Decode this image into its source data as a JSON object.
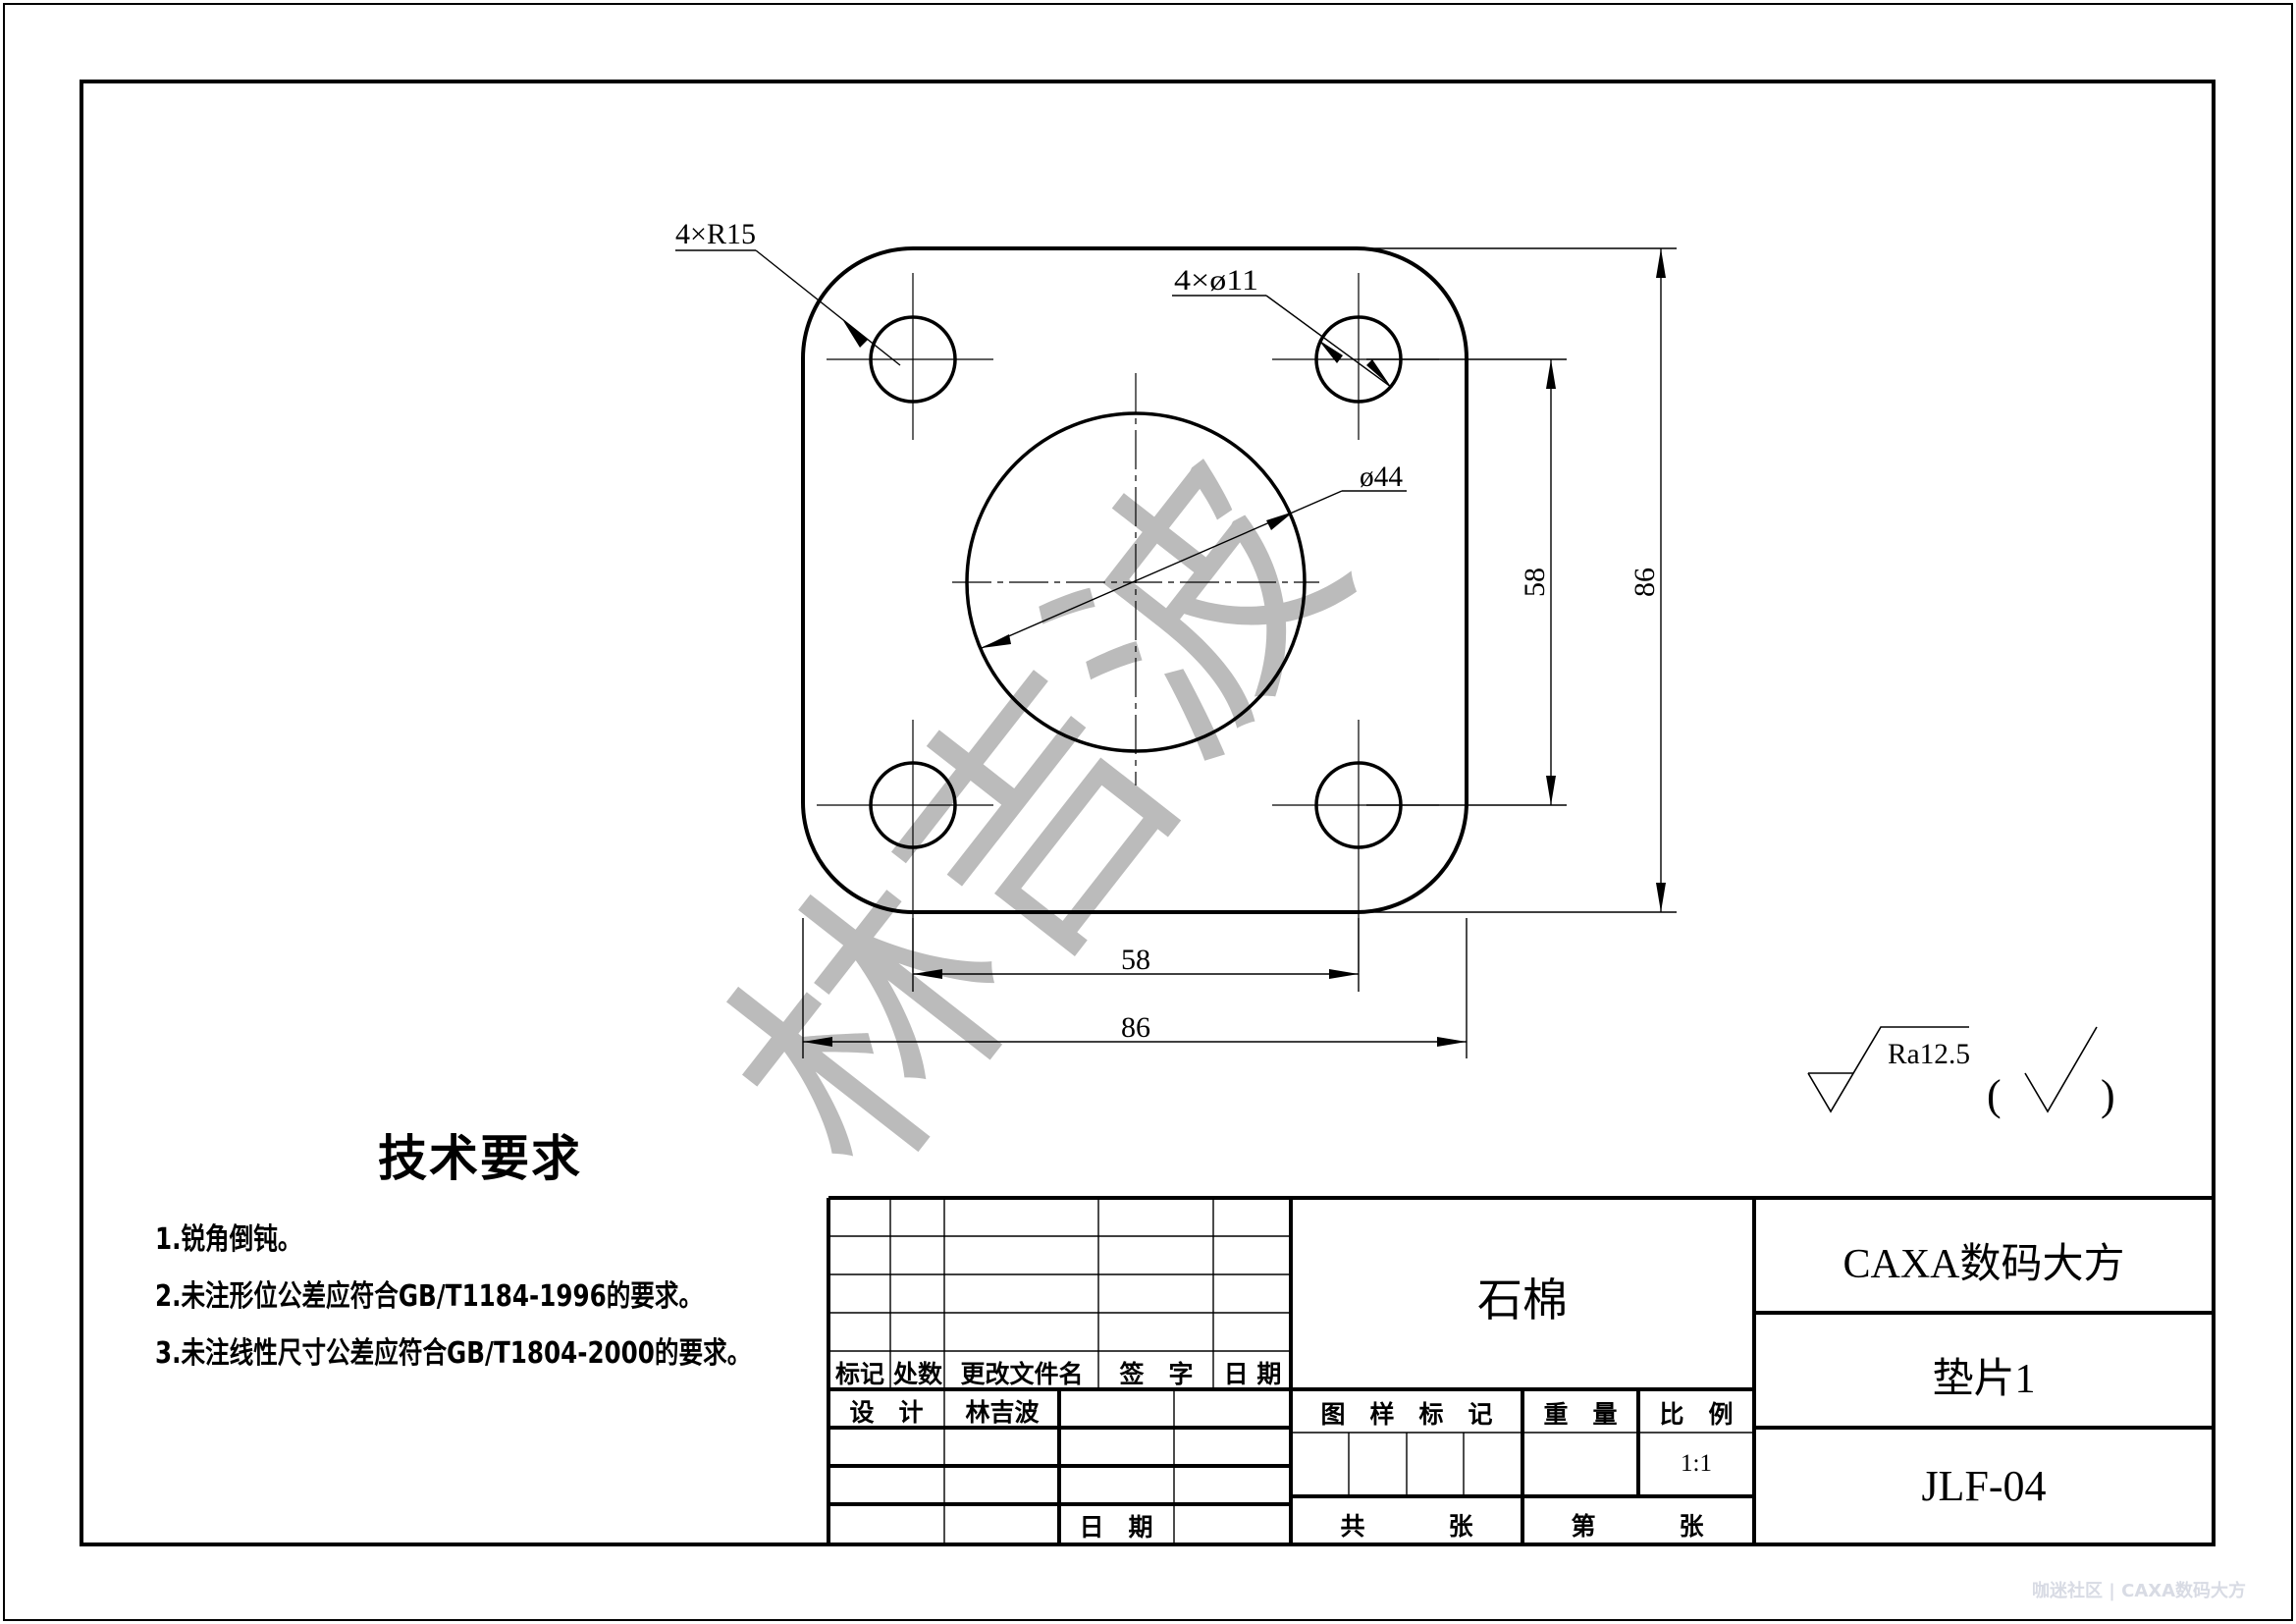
{
  "drawing": {
    "type": "engineering-drawing",
    "part_name": "垫片1",
    "material": "石棉",
    "company": "CAXA数码大方",
    "drawing_number": "JLF-04",
    "scale": "1:1",
    "watermark_text": "林吉波",
    "footer_watermark": "咖迷社区 | CAXA数码大方"
  },
  "dimensions": {
    "corner_radius": "4×R15",
    "small_holes": "4×ø11",
    "center_hole": "ø44",
    "hole_spacing_h": "58",
    "overall_width": "86",
    "hole_spacing_v": "58",
    "overall_height": "86"
  },
  "surface_finish": {
    "roughness": "Ra12.5",
    "other_symbol": "( √ )"
  },
  "technical_requirements": {
    "title": "技术要求",
    "items": [
      "1.锐角倒钝。",
      "2.未注形位公差应符合GB/T1184-1996的要求。",
      "3.未注线性尺寸公差应符合GB/T1804-2000的要求。"
    ]
  },
  "title_block": {
    "revision_headers": {
      "mark": "标记",
      "count": "处数",
      "change_doc": "更改文件名",
      "signature": "签　字",
      "date": "日 期"
    },
    "design_label": "设　计",
    "designer": "林吉波",
    "date_label": "日　期",
    "pattern_mark_label": "图　样　标　记",
    "weight_label": "重　量",
    "scale_label": "比　例",
    "total_label": "共",
    "sheets_label_1": "张",
    "sheet_no_label": "第",
    "sheets_label_2": "张"
  }
}
